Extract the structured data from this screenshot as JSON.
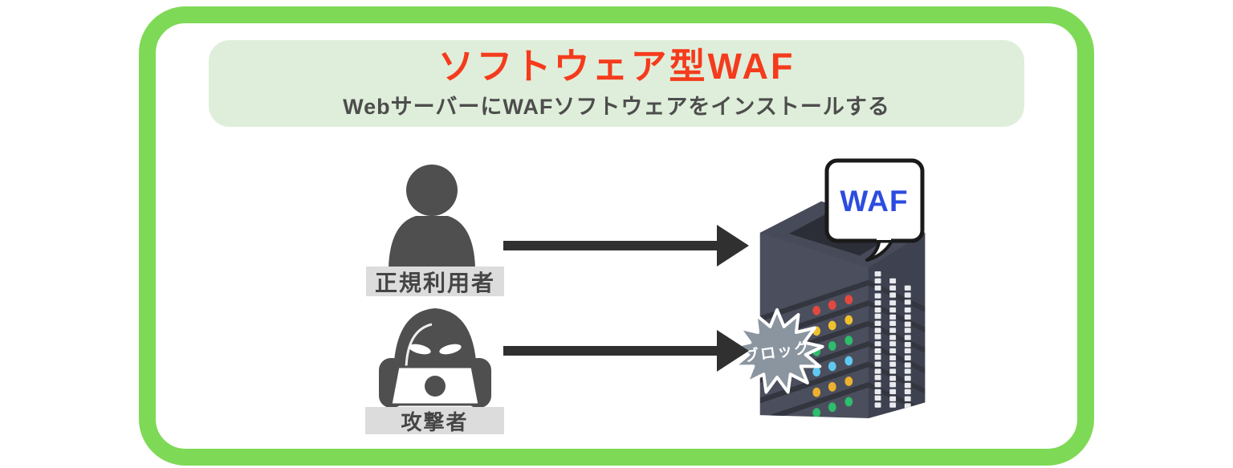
{
  "diagram": {
    "title": "ソフトウェア型WAF",
    "subtitle": "WebサーバーにWAFソフトウェアをインストールする",
    "user_label": "正規利用者",
    "attacker_label": "攻撃者",
    "waf_label": "WAF",
    "block_label": "ブロック"
  },
  "colors": {
    "frame_green": "#7ed957",
    "header_bg": "#dfeeda",
    "title_red": "#f53b1d",
    "subtitle_gray": "#4d4d4d",
    "actor_gray": "#4f4f4f",
    "label_bg": "#dcdcdc",
    "arrow_dark": "#303030",
    "waf_blue": "#2c4ce0",
    "burst_gray": "#8b95a0",
    "server_body": "#4b4f5d",
    "server_side": "#3e4250",
    "server_bevel": "#33363f",
    "leds": [
      "#e2493e",
      "#efc12f",
      "#2ebd6b",
      "#5fc9f1",
      "#eeb02f",
      "#2ebd6b"
    ]
  }
}
